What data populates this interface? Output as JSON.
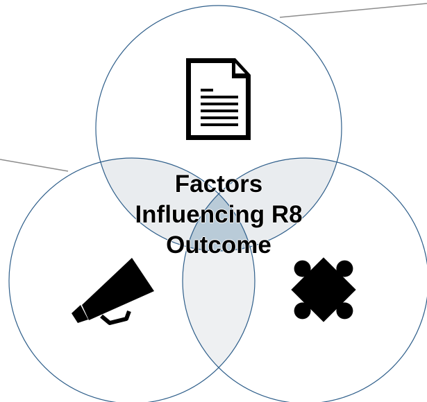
{
  "diagram": {
    "type": "venn",
    "center_title_lines": [
      "Factors",
      "Influencing R8",
      "Outcome"
    ],
    "circles": [
      {
        "id": "top",
        "icon": "document-icon"
      },
      {
        "id": "bottom-left",
        "icon": "megaphone-icon"
      },
      {
        "id": "bottom-right",
        "icon": "puzzle-piece-icon"
      }
    ]
  },
  "colors": {
    "circle_stroke": "#2e5e8a",
    "connector_line": "#8c8c8c",
    "overlap_fill": "#e9ecef",
    "center_fill": "#b9cbd8",
    "icon_fill": "#000000"
  }
}
